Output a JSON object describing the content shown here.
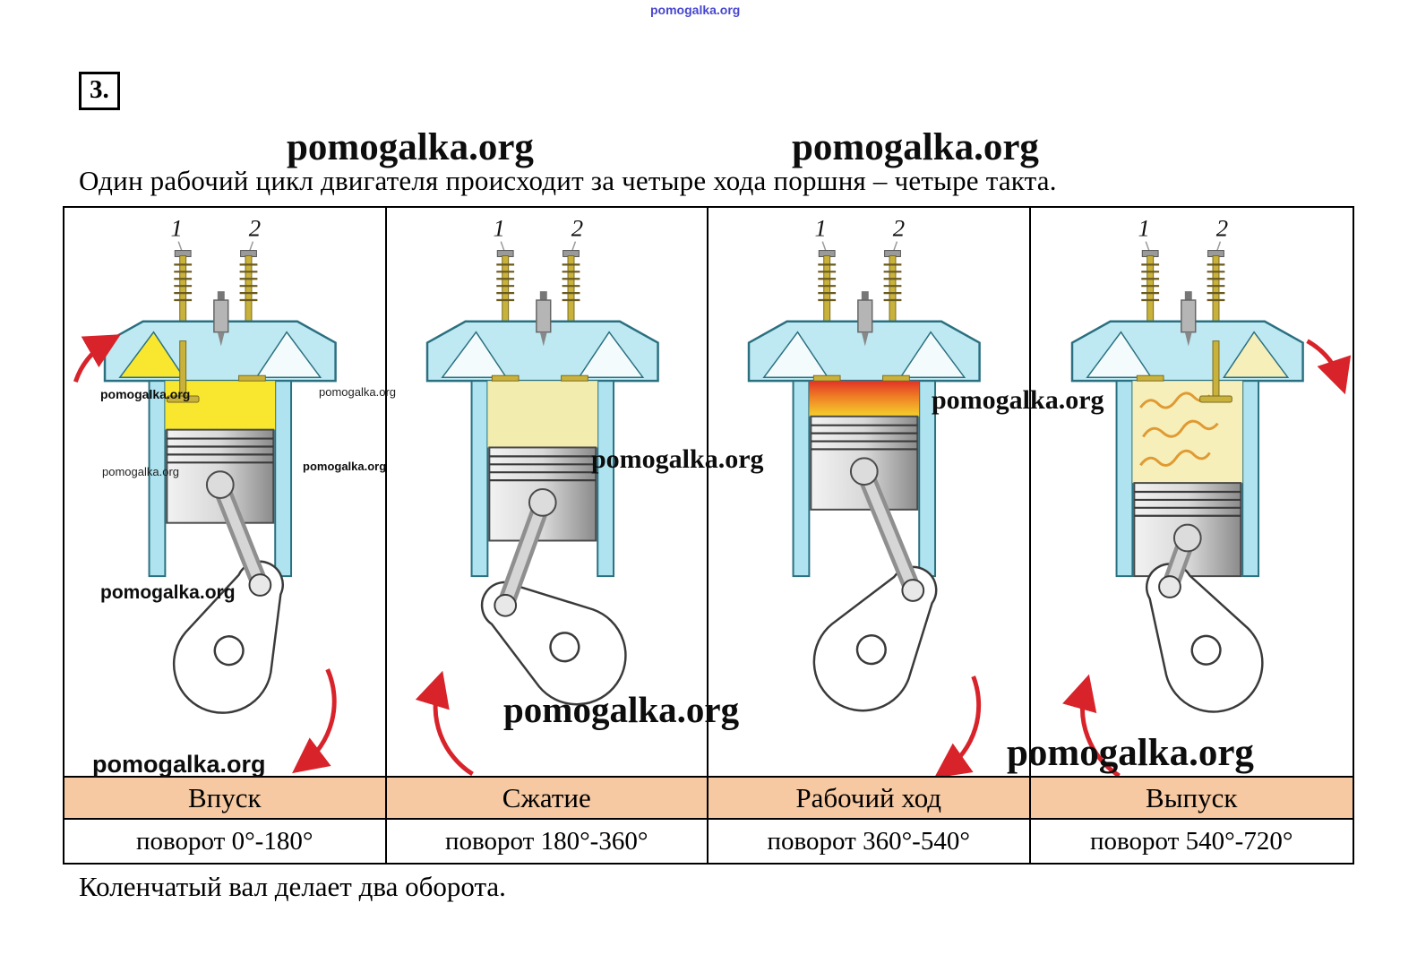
{
  "watermark": "pomogalka.org",
  "item_number": "3.",
  "intro": "Один рабочий цикл двигателя происходит за четыре хода поршня – четыре такта.",
  "footer": "Коленчатый вал делает два оборота.",
  "valve_labels": {
    "intake": "1",
    "exhaust": "2"
  },
  "panels": [
    {
      "title": "Впуск",
      "rotation": "поворот 0°-180°"
    },
    {
      "title": "Сжатие",
      "rotation": "поворот 180°-360°"
    },
    {
      "title": "Рабочий ход",
      "rotation": "поворот 360°-540°"
    },
    {
      "title": "Выпуск",
      "rotation": "поворот 540°-720°"
    }
  ],
  "colors": {
    "header_row_bg": "#f6c9a2",
    "cylinder_blue": "#aee3ef",
    "intake_charge_yellow": "#f8e72e",
    "compressed_charge": "#f2ecae",
    "combustion_red": "#e23327",
    "exhaust_gas": "#f6efb9",
    "arrow_red": "#d8232a"
  }
}
